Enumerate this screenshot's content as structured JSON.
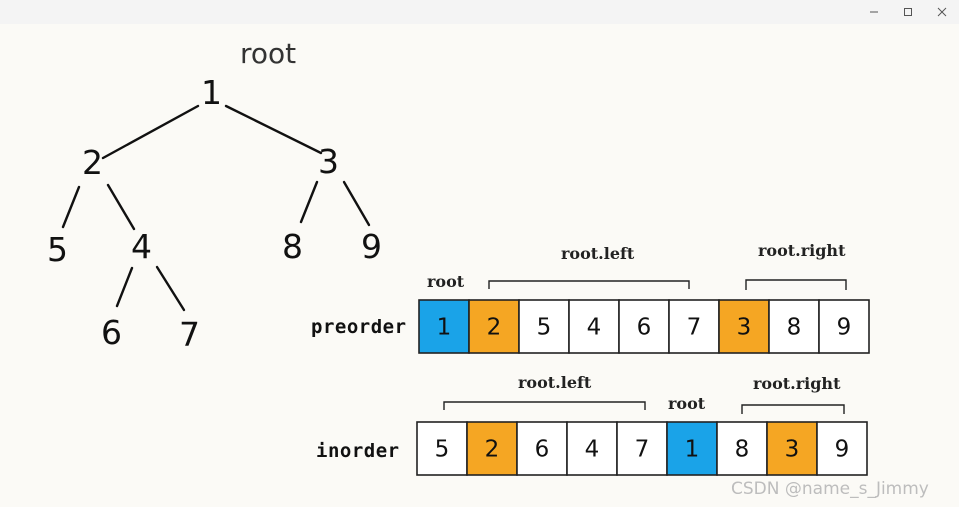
{
  "window": {
    "controls": [
      "minimize-icon",
      "maximize-icon",
      "close-icon"
    ]
  },
  "tree": {
    "caption": "root",
    "nodes": {
      "n1": "1",
      "n2": "2",
      "n3": "3",
      "n4": "4",
      "n5": "5",
      "n6": "6",
      "n7": "7",
      "n8": "8",
      "n9": "9"
    }
  },
  "preorder": {
    "label": "preorder",
    "cells": [
      {
        "value": "1",
        "color": "#1aa3e8"
      },
      {
        "value": "2",
        "color": "#f5a623"
      },
      {
        "value": "5",
        "color": "#ffffff"
      },
      {
        "value": "4",
        "color": "#ffffff"
      },
      {
        "value": "6",
        "color": "#ffffff"
      },
      {
        "value": "7",
        "color": "#ffffff"
      },
      {
        "value": "3",
        "color": "#f5a623"
      },
      {
        "value": "8",
        "color": "#ffffff"
      },
      {
        "value": "9",
        "color": "#ffffff"
      }
    ],
    "annotations": {
      "root": "root",
      "left": "root.left",
      "right": "root.right"
    }
  },
  "inorder": {
    "label": "inorder",
    "cells": [
      {
        "value": "5",
        "color": "#ffffff"
      },
      {
        "value": "2",
        "color": "#f5a623"
      },
      {
        "value": "6",
        "color": "#ffffff"
      },
      {
        "value": "4",
        "color": "#ffffff"
      },
      {
        "value": "7",
        "color": "#ffffff"
      },
      {
        "value": "1",
        "color": "#1aa3e8"
      },
      {
        "value": "8",
        "color": "#ffffff"
      },
      {
        "value": "3",
        "color": "#f5a623"
      },
      {
        "value": "9",
        "color": "#ffffff"
      }
    ],
    "annotations": {
      "root": "root",
      "left": "root.left",
      "right": "root.right"
    }
  },
  "watermark": "CSDN @name_s_Jimmy"
}
